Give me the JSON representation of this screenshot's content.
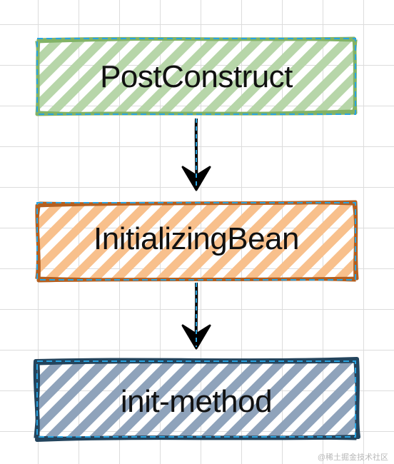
{
  "diagram": {
    "nodes": [
      {
        "id": "post-construct",
        "label": "PostConstruct",
        "fill": "#b7d6a9",
        "stroke": "#82b366"
      },
      {
        "id": "initializing-bean",
        "label": "InitializingBean",
        "fill": "#f8c08c",
        "stroke": "#b45f1f"
      },
      {
        "id": "init-method",
        "label": "init-method",
        "fill": "#8fa3bb",
        "stroke": "#23445d"
      }
    ],
    "edges": [
      {
        "from": "post-construct",
        "to": "initializing-bean"
      },
      {
        "from": "initializing-bean",
        "to": "init-method"
      }
    ],
    "selection_color": "#29a3e0"
  },
  "watermark": "@稀土掘金技术社区"
}
